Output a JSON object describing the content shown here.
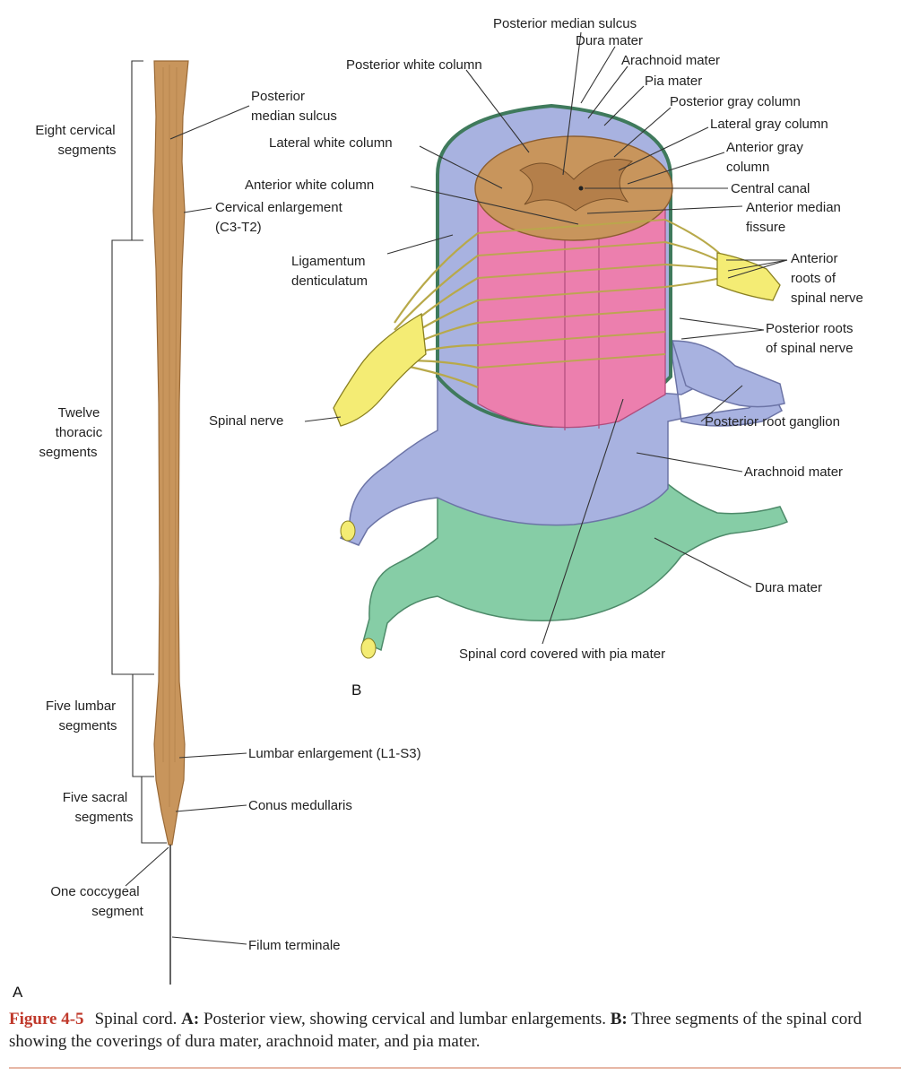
{
  "panel_a": {
    "letter": "A",
    "labels": {
      "posterior_median_sulcus_1": "Posterior",
      "posterior_median_sulcus_2": "median sulcus",
      "cervical_enlargement_1": "Cervical enlargement",
      "cervical_enlargement_2": "(C3-T2)",
      "lumbar_enlargement": "Lumbar enlargement (L1-S3)",
      "conus_medullaris": "Conus medullaris",
      "filum_terminale": "Filum terminale"
    },
    "segments": {
      "cervical_1": "Eight cervical",
      "cervical_2": "segments",
      "thoracic_1": "Twelve",
      "thoracic_2": "thoracic",
      "thoracic_3": "segments",
      "lumbar_1": "Five lumbar",
      "lumbar_2": "segments",
      "sacral_1": "Five sacral",
      "sacral_2": "segments",
      "coccygeal_1": "One coccygeal",
      "coccygeal_2": "segment"
    }
  },
  "panel_b": {
    "letter": "B",
    "labels": {
      "posterior_median_sulcus": "Posterior median sulcus",
      "dura_mater_top": "Dura mater",
      "arachnoid_mater_top": "Arachnoid mater",
      "pia_mater": "Pia mater",
      "posterior_gray_column": "Posterior gray column",
      "lateral_gray_column": "Lateral gray column",
      "anterior_gray_column_1": "Anterior gray",
      "anterior_gray_column_2": "column",
      "central_canal": "Central canal",
      "anterior_median_fissure_1": "Anterior median",
      "anterior_median_fissure_2": "fissure",
      "anterior_roots_1": "Anterior",
      "anterior_roots_2": "roots of",
      "anterior_roots_3": "spinal nerve",
      "posterior_roots_1": "Posterior roots",
      "posterior_roots_2": "of spinal nerve",
      "posterior_root_ganglion": "Posterior root ganglion",
      "arachnoid_mater_bottom": "Arachnoid mater",
      "dura_mater_bottom": "Dura mater",
      "spinal_cord_pia": "Spinal cord covered with pia mater",
      "spinal_nerve": "Spinal nerve",
      "ligamentum_1": "Ligamentum",
      "ligamentum_2": "denticulatum",
      "anterior_white_column": "Anterior white column",
      "lateral_white_column": "Lateral white column",
      "posterior_white_column": "Posterior white column"
    }
  },
  "caption": {
    "figure": "Figure 4-5",
    "part1": "Spinal cord. ",
    "a": "A:",
    "part2": " Posterior view, showing cervical and lumbar enlargements. ",
    "b": "B:",
    "part3": " Three segments of the spinal cord showing the coverings of dura mater, arachnoid mater, and pia mater."
  },
  "colors": {
    "cord_tan": "#c8955c",
    "pia_pink": "#ec7fae",
    "arachnoid_blue": "#a8b2e0",
    "dura_green": "#86cda6",
    "nerve_yellow": "#f4ec74",
    "caption_red": "#c0392b"
  }
}
